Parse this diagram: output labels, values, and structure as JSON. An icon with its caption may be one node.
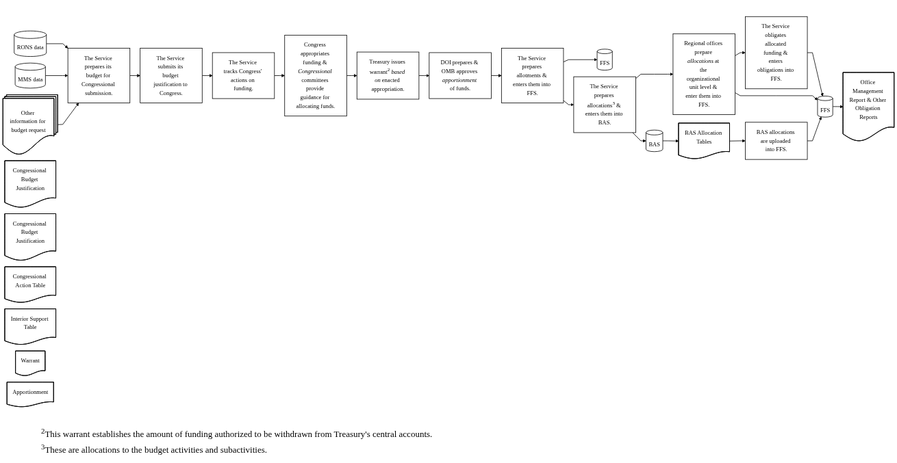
{
  "diagram": {
    "nodes": [
      {
        "text": [
          "RONS data"
        ]
      },
      {
        "text": [
          "MMS data"
        ]
      },
      {
        "text": [
          "Other information for budget request"
        ]
      },
      {
        "text": [
          "The Service prepares its budget for Congressional submission."
        ]
      },
      {
        "text": [
          "Congressional Budget Justification"
        ]
      },
      {
        "text": [
          "The Service submits its budget justification to Congress."
        ]
      },
      {
        "text": [
          "Congressional Budget Justification"
        ]
      },
      {
        "text": [
          "The Service tracks Congress' actions on funding."
        ]
      },
      {
        "text": [
          "Congressional Action Table"
        ]
      },
      {
        "text": [
          "Congress appropriates funding & *Congressional* committees provide guidance for allocating funds."
        ]
      },
      {
        "text": [
          "Interior Support Table"
        ]
      },
      {
        "text": [
          "Treasury issues warrant$^{2}$ *based on* enacted appropriation."
        ]
      },
      {
        "text": [
          "Warrant"
        ]
      },
      {
        "text": [
          "DOI prepares & OMB approves *apportionment* of funds."
        ]
      },
      {
        "text": [
          "Apportionment"
        ]
      },
      {
        "text": [
          "The Service prepares allotments & enters them into FFS."
        ]
      },
      {
        "text": [
          "FFS"
        ]
      },
      {
        "text": [
          "The Service prepares allocations$^{3}$ & enters them into BAS."
        ]
      },
      {
        "text": [
          "BAS"
        ]
      },
      {
        "text": [
          "Regional offices prepare *allocations* at the organizational unit level & enter them into FFS."
        ]
      },
      {
        "text": [
          "The Service obligates allocated funding & enters obligations into FFS."
        ]
      },
      {
        "text": [
          "FFS"
        ]
      },
      {
        "text": [
          "BAS Allocation Tables"
        ]
      },
      {
        "text": [
          "BAS allocations are uploaded into FFS."
        ]
      },
      {
        "text": [
          "Office Management Report & Other Obligation Reports"
        ]
      }
    ],
    "edges": [
      {
        "from": 0,
        "to": 3,
        "arrow": "to"
      },
      {
        "from": 1,
        "to": 3,
        "arrow": "to"
      },
      {
        "from": 2,
        "to": 3,
        "arrow": "to"
      },
      {
        "from": 3,
        "to": 5,
        "arrow": "to"
      },
      {
        "from": 5,
        "to": 7,
        "arrow": "to"
      },
      {
        "from": 7,
        "to": 9,
        "arrow": "to"
      },
      {
        "from": 9,
        "to": 11,
        "arrow": "to"
      },
      {
        "from": 11,
        "to": 13,
        "arrow": "to"
      },
      {
        "from": 13,
        "to": 15,
        "arrow": "to"
      },
      {
        "from": 15,
        "to": 17,
        "arrow": "to"
      },
      {
        "from": 17,
        "to": 19,
        "arrow": "to"
      },
      {
        "from": 19,
        "to": 20,
        "arrow": "to"
      },
      {
        "from": 15,
        "to": 16,
        "arrow": "to"
      },
      {
        "from": 17,
        "to": 18,
        "arrow": "to"
      },
      {
        "from": 20,
        "to": 21,
        "arrow": "to"
      },
      {
        "from": 19,
        "to": 21,
        "arrow": "to"
      },
      {
        "from": 23,
        "to": 21,
        "arrow": "to"
      },
      {
        "from": 18,
        "to": 22,
        "arrow": "to"
      },
      {
        "from": 22,
        "to": 23,
        "arrow": "to"
      },
      {
        "from": 21,
        "to": 24,
        "arrow": "to"
      }
    ],
    "labels": [
      "$^{2}$This warrant establishes the amount of funding authorized to be withdrawn from Treasury's central accounts.",
      "$^{3}$These are allocations to the budget activities and subactivities."
    ]
  }
}
